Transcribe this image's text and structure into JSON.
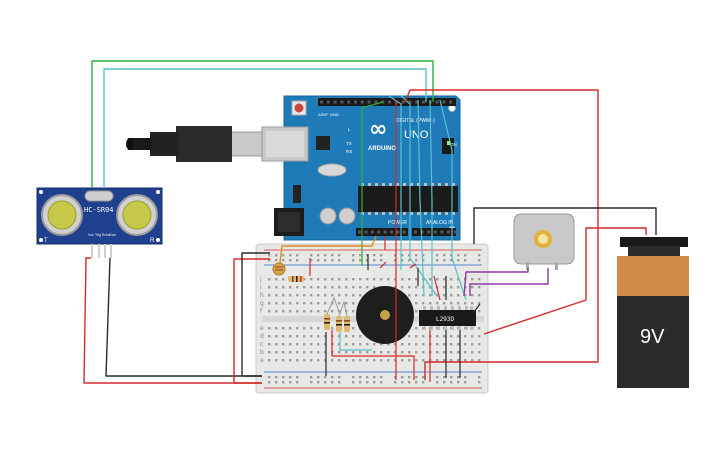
{
  "arduino": {
    "logo_text": "ARDUINO",
    "model_text": "UNO",
    "digital_label": "DIGITAL (PWM~)",
    "power_label": "POWER",
    "analog_label": "ANALOG IN",
    "on_label": "ON",
    "tx_label": "TX",
    "rx_label": "RX",
    "l_label": "L",
    "aref_label": "AREF",
    "gnd_label": "GND"
  },
  "sensor": {
    "model": "HC-SR04",
    "t_label": "T",
    "r_label": "R",
    "pins": [
      "Vcc",
      "Trig",
      "Echo",
      "Gnd"
    ]
  },
  "driver_ic": {
    "label": "L293D"
  },
  "battery": {
    "label": "9V",
    "body_color": "#2b2b2b",
    "cap_color": "#d08a4a"
  },
  "breadboard": {
    "row_letters_top": [
      "j",
      "i",
      "h",
      "g",
      "f"
    ],
    "row_letters_bottom": [
      "e",
      "d",
      "c",
      "b",
      "a"
    ]
  },
  "colors": {
    "board_blue": "#1e7bb8",
    "wire_red": "#d42a2a",
    "wire_black": "#2a2a2a",
    "wire_green": "#2fae3f",
    "wire_cyan": "#55c1c9",
    "wire_purple": "#8b3aa0",
    "wire_orange": "#e08a1e",
    "sensor_blue": "#1f3f8f"
  }
}
